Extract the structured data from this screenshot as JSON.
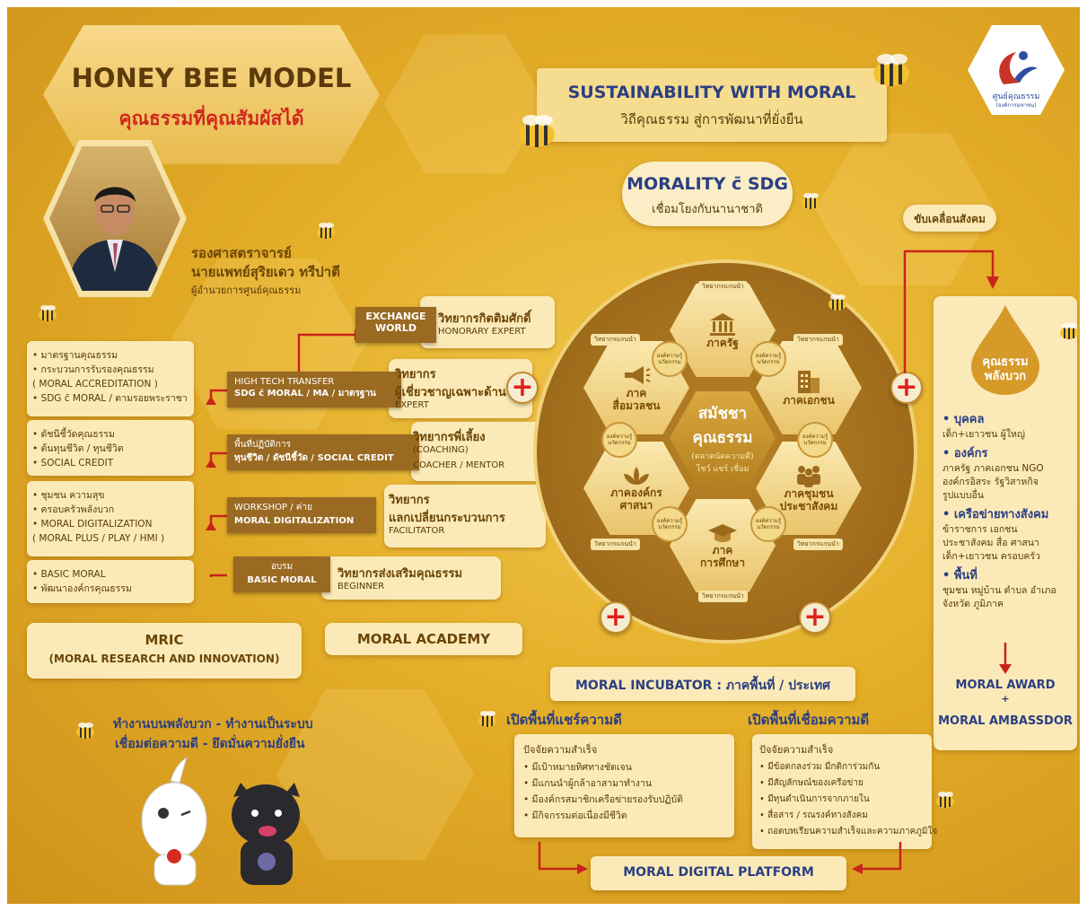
{
  "title": {
    "main": "HONEY BEE MODEL",
    "sub": "คุณธรรมที่คุณสัมผัสได้"
  },
  "logo": {
    "text": "ศูนย์คุณธรรม",
    "subtext": "(องค์การมหาชน)"
  },
  "person": {
    "title": "รองศาสตราจารย์",
    "name": "นายแพทย์สุริยเดว ทรีปาตี",
    "position": "ผู้อำนวยการศูนย์คุณธรรม"
  },
  "sustainability": {
    "title": "SUSTAINABILITY WITH MORAL",
    "subtitle": "วิถีคุณธรรม สู่การพัฒนาที่ยั่งยืน"
  },
  "morality": {
    "title": "MORALITY c̄ SDG",
    "subtitle": "เชื่อมโยงกับนานาชาติ"
  },
  "drive": "ขับเคลื่อนสังคม",
  "left_groups": [
    [
      "• มาตรฐานคุณธรรม",
      "• กระบวนการรับรองคุณธรรม",
      "  ( MORAL ACCREDITATION )",
      "• SDG c̄ MORAL / ตามรอยพระราชา"
    ],
    [
      "• ดัชนีชี้วัดคุณธรรม",
      "• ต้นทุนชีวิต / ทุนชีวิต",
      "• SOCIAL CREDIT"
    ],
    [
      "• ชุมชน ความสุข",
      "• ครอบครัวพลังบวก",
      "• MORAL DIGITALIZATION",
      "  ( MORAL PLUS / PLAY / HMI )"
    ],
    [
      "• BASIC MORAL",
      "• พัฒนาองค์กรคุณธรรม"
    ]
  ],
  "mric": {
    "title": "MRIC",
    "subtitle": "(MORAL RESEARCH AND INNOVATION)"
  },
  "academy": {
    "label": "MORAL ACADEMY"
  },
  "steps": [
    {
      "line1": "EXCHANGE",
      "line2": "WORLD",
      "title": "วิทยากรกิตติมศักดิ์",
      "sub": "HONORARY EXPERT"
    },
    {
      "line1": "HIGH TECH TRANSFER",
      "line2": "SDG c̄ MORAL / MA / มาตรฐาน",
      "title": "วิทยากร",
      "title2": "ผู้เชี่ยวชาญเฉพาะด้าน",
      "sub": "EXPERT"
    },
    {
      "line1": "พื้นที่ปฏิบัติการ",
      "line2": "ทุนชีวิต / ดัชนีชี้วัด / SOCIAL CREDIT",
      "title": "วิทยากรพี่เลี้ยง",
      "sub": "(COACHING)",
      "sub2": "COACHER / MENTOR"
    },
    {
      "line1": "WORKSHOP / ค่าย",
      "line2": "MORAL DIGITALIZATION",
      "title": "วิทยากร",
      "title2": "แลกเปลี่ยนกระบวนการ",
      "sub": "FACILITATOR"
    },
    {
      "line1": "อบรม",
      "line2": "BASIC MORAL",
      "title": "วิทยากรส่งเสริมคุณธรรม",
      "sub": "BEGINNER"
    }
  ],
  "hive": {
    "center": {
      "line1": "สมัชชา",
      "line2": "คุณธรรม",
      "line3": "(ตลาดนัดความดี)",
      "line4": "โชว์ แชร์ เชื่อม"
    },
    "cells": [
      "ภาครัฐ",
      "ภาคเอกชน",
      "ภาคชุมชน\nประชาสังคม",
      "ภาค\nการศึกษา",
      "ภาคองค์กร\nศาสนา",
      "ภาค\nสื่อมวลชน"
    ],
    "tag_speaker": "วิทยากรแกนนำ",
    "tag_org": "องค์ความรู้ นวัตกรรม"
  },
  "right_panel": {
    "drop": "คุณธรรม\nพลังบวก",
    "items": [
      {
        "head": "• บุคคล",
        "lines": [
          "เด็ก+เยาวชน ผู้ใหญ่"
        ]
      },
      {
        "head": "• องค์กร",
        "lines": [
          "ภาครัฐ ภาคเอกชน NGO",
          "องค์กรอิสระ รัฐวิสาหกิจ",
          "รูปแบบอื่น"
        ]
      },
      {
        "head": "• เครือข่ายทางสังคม",
        "lines": [
          "ข้าราชการ เอกชน",
          "ประชาสังคม สื่อ ศาสนา",
          "เด็ก+เยาวชน ครอบครัว"
        ]
      },
      {
        "head": "• พื้นที่",
        "lines": [
          "ชุมชน หมู่บ้าน ตำบล อำเภอ",
          "จังหวัด ภูมิภาค"
        ]
      }
    ],
    "award": "MORAL AWARD",
    "plus": "+",
    "ambassador": "MORAL AMBASSDOR"
  },
  "incubator": "MORAL INCUBATOR : ภาคพื้นที่ / ประเทศ",
  "slogan": {
    "line1": "ทำงานบนพลังบวก - ทำงานเป็นระบบ",
    "line2": "เชื่อมต่อความดี - ยึดมั่นความยั่งยืน"
  },
  "share": {
    "title": "เปิดพื้นที่แชร์ความดี",
    "head": "ปัจจัยความสำเร็จ",
    "items": [
      "• มีเป้าหมายทิศทางชัดเจน",
      "• มีแกนนำผู้กล้าอาสามาทำงาน",
      "• มีองค์กรสมาชิกเครือข่ายรองรับปฏิบัติ",
      "• มีกิจกรรมต่อเนื่องมีชีวิต"
    ]
  },
  "connect": {
    "title": "เปิดพื้นที่เชื่อมความดี",
    "head": "ปัจจัยความสำเร็จ",
    "items": [
      "• มีข้อตกลงร่วม มีกติการ่วมกัน",
      "• มีสัญลักษณ์ของเครือข่าย",
      "• มีทุนดำเนินการจากภายใน",
      "• สื่อสาร / รณรงค์ทางสังคม",
      "• ถอดบทเรียนความสำเร็จและความภาคภูมิใจ"
    ]
  },
  "platform": "MORAL DIGITAL PLATFORM",
  "colors": {
    "honey": "#e4ae28",
    "brown": "#6b4606",
    "cream": "#fbeab8",
    "red": "#d62a1e"
  }
}
